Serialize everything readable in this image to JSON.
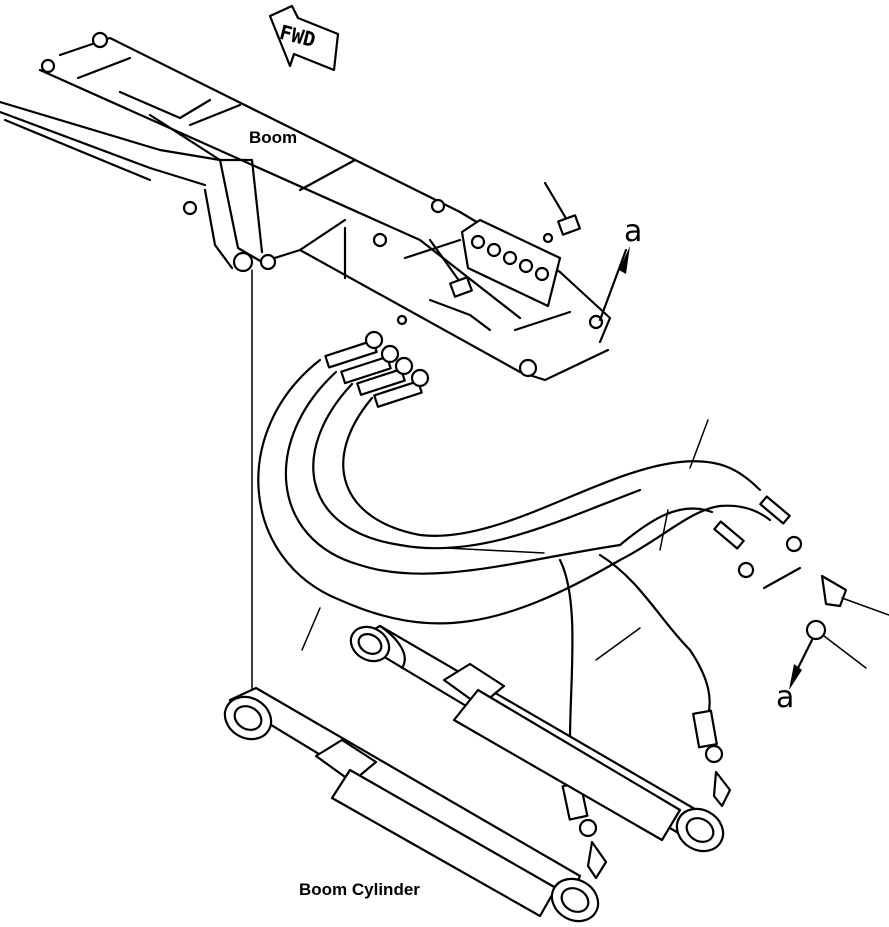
{
  "labels": {
    "fwd": "FWD",
    "boom": "Boom",
    "boom_cylinder": "Boom Cylinder",
    "ref_a_top": "a",
    "ref_a_bottom": "a"
  },
  "colors": {
    "ink": "#000000",
    "paper": "#ffffff"
  },
  "icons": {
    "fwd": "fwd-arrow-icon",
    "ref_arrow": "reference-arrow-icon"
  }
}
